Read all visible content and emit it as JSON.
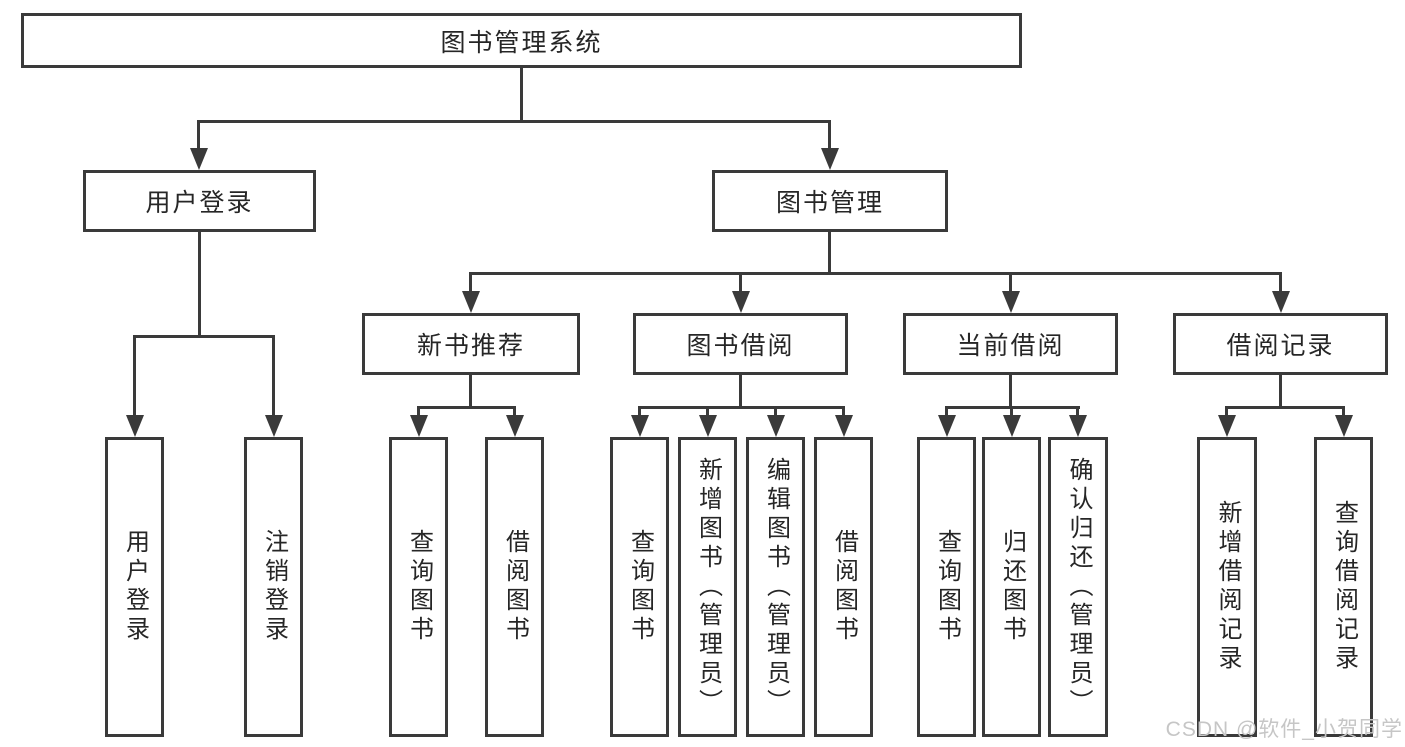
{
  "tree": {
    "label": "图书管理系统",
    "children": [
      {
        "label": "用户登录",
        "children": [
          {
            "label": "用户登录"
          },
          {
            "label": "注销登录"
          }
        ]
      },
      {
        "label": "图书管理",
        "children": [
          {
            "label": "新书推荐",
            "children": [
              {
                "label": "查询图书"
              },
              {
                "label": "借阅图书"
              }
            ]
          },
          {
            "label": "图书借阅",
            "children": [
              {
                "label": "查询图书"
              },
              {
                "label": "新增图书（管理员）"
              },
              {
                "label": "编辑图书（管理员）"
              },
              {
                "label": "借阅图书"
              }
            ]
          },
          {
            "label": "当前借阅",
            "children": [
              {
                "label": "查询图书"
              },
              {
                "label": "归还图书"
              },
              {
                "label": "确认归还（管理员）"
              }
            ]
          },
          {
            "label": "借阅记录",
            "children": [
              {
                "label": "新增借阅记录"
              },
              {
                "label": "查询借阅记录"
              }
            ]
          }
        ]
      }
    ]
  },
  "watermark": {
    "text": "CSDN @软件_小贺同学"
  },
  "colors": {
    "line": "#3a3a3a",
    "text": "#262626",
    "watermark": "#c6c6c6",
    "background": "#ffffff"
  }
}
